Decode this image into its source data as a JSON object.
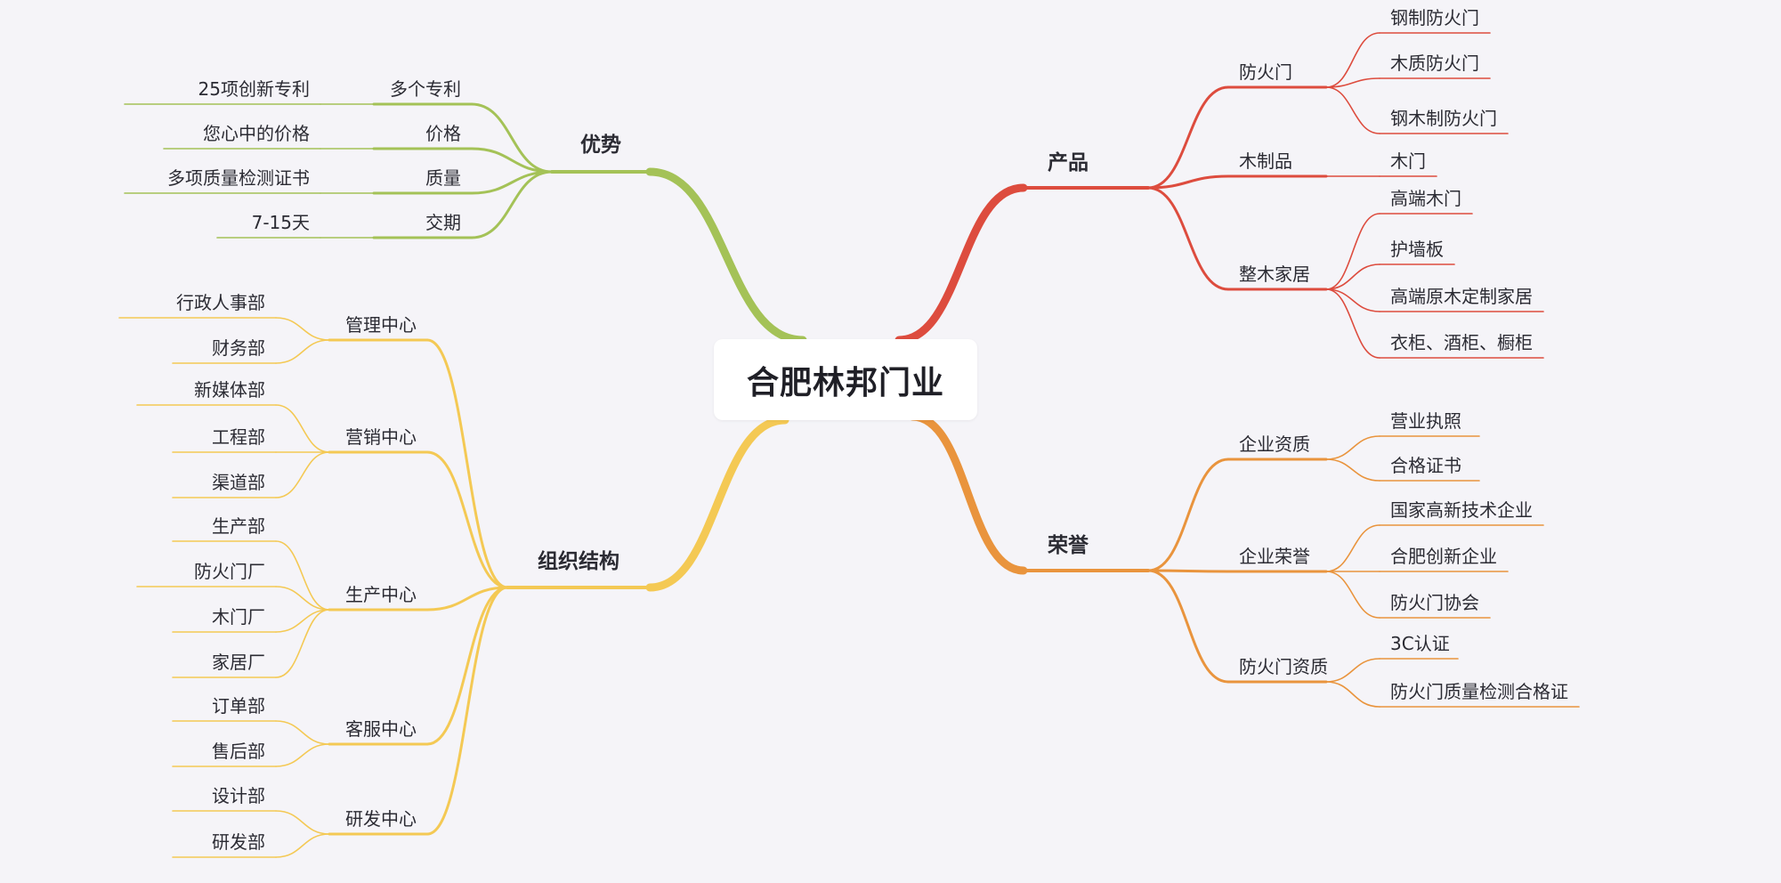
{
  "center": {
    "title": "合肥林邦门业"
  },
  "colors": {
    "background": "#f5f4f8",
    "text": "#2b2b33",
    "products": "#dd4c3e",
    "honors": "#e9943d",
    "advantages": "#a4c257",
    "organization": "#f4c954"
  },
  "branches": {
    "products": {
      "label": "产品",
      "children": [
        {
          "label": "防火门",
          "children": [
            "钢制防火门",
            "木质防火门",
            "钢木制防火门"
          ]
        },
        {
          "label": "木制品",
          "children": [
            "木门"
          ]
        },
        {
          "label": "整木家居",
          "children": [
            "高端木门",
            "护墙板",
            "高端原木定制家居",
            "衣柜、酒柜、橱柜"
          ]
        }
      ]
    },
    "honors": {
      "label": "荣誉",
      "children": [
        {
          "label": "企业资质",
          "children": [
            "营业执照",
            "合格证书"
          ]
        },
        {
          "label": "企业荣誉",
          "children": [
            "国家高新技术企业",
            "合肥创新企业",
            "防火门协会"
          ]
        },
        {
          "label": "防火门资质",
          "children": [
            "3C认证",
            "防火门质量检测合格证"
          ]
        }
      ]
    },
    "advantages": {
      "label": "优势",
      "children": [
        {
          "label": "多个专利",
          "children": [
            "25项创新专利"
          ]
        },
        {
          "label": "价格",
          "children": [
            "您心中的价格"
          ]
        },
        {
          "label": "质量",
          "children": [
            "多项质量检测证书"
          ]
        },
        {
          "label": "交期",
          "children": [
            "7-15天"
          ]
        }
      ]
    },
    "organization": {
      "label": "组织结构",
      "children": [
        {
          "label": "管理中心",
          "children": [
            "行政人事部",
            "财务部"
          ]
        },
        {
          "label": "营销中心",
          "children": [
            "新媒体部",
            "工程部",
            "渠道部"
          ]
        },
        {
          "label": "生产中心",
          "children": [
            "生产部",
            "防火门厂",
            "木门厂",
            "家居厂"
          ]
        },
        {
          "label": "客服中心",
          "children": [
            "订单部",
            "售后部"
          ]
        },
        {
          "label": "研发中心",
          "children": [
            "设计部",
            "研发部"
          ]
        }
      ]
    }
  }
}
